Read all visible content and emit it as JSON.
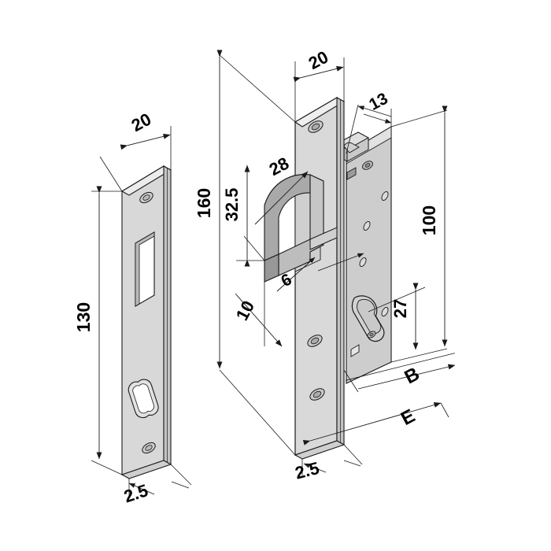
{
  "drawing": {
    "title": "Mortise hook lock with strike plate - isometric dimensioned drawing",
    "background_color": "#ffffff",
    "line_color": "#1a1a1a",
    "metal_face_color": "#d6d6d6",
    "metal_edge_color": "#bfbfbf",
    "metal_dark_color": "#a9a9a9",
    "metal_light_color": "#e8e8e8"
  },
  "parts": {
    "strike_plate": {
      "name": "strike-plate",
      "features": [
        "top-screw-hole",
        "rectangular-hook-opening",
        "oval-slot",
        "bottom-screw-hole"
      ]
    },
    "lock_body": {
      "name": "mortise-lock-body",
      "features": [
        "faceplate",
        "hook-bolt",
        "euro-cylinder-hole",
        "case-fixing-holes",
        "latch-tongue"
      ]
    }
  },
  "dimensions": {
    "strike_width": "20",
    "strike_length": "130",
    "strike_thickness": "2.5",
    "faceplate_width": "20",
    "faceplate_length": "160",
    "faceplate_thickness": "2.5",
    "hook_height": "28",
    "hook_center": "32.5",
    "hook_thickness": "6",
    "hook_offset": "10",
    "case_offset": "13",
    "case_height": "100",
    "cylinder_center": "27",
    "backset_b": "B",
    "backset_e": "E"
  }
}
